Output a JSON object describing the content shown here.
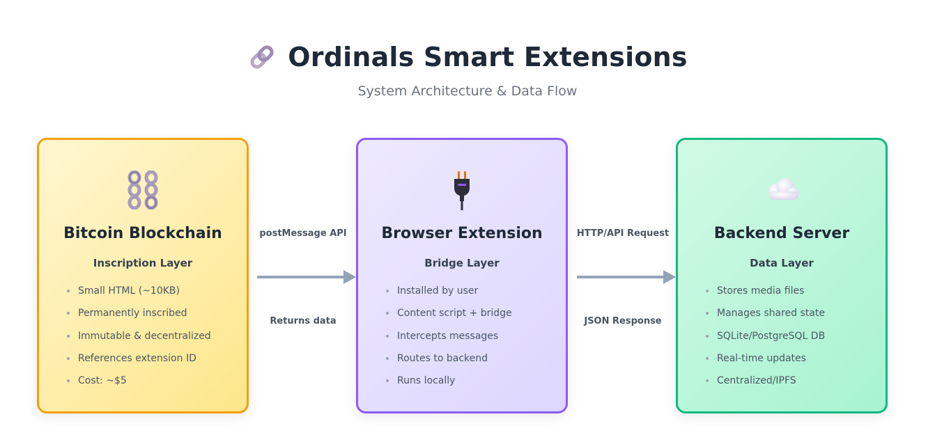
{
  "header": {
    "title": "Ordinals Smart Extensions",
    "subtitle": "System Architecture & Data Flow",
    "icon": "link-icon"
  },
  "cards": [
    {
      "key": "bitcoin",
      "icon": "chain-icon",
      "title": "Bitcoin Blockchain",
      "subtitle": "Inscription Layer",
      "border_color": "#f59e0b",
      "items": [
        "Small HTML (~10KB)",
        "Permanently inscribed",
        "Immutable & decentralized",
        "References extension ID",
        "Cost: ~$5"
      ]
    },
    {
      "key": "extension",
      "icon": "plug-icon",
      "title": "Browser Extension",
      "subtitle": "Bridge Layer",
      "border_color": "#8b5cf6",
      "items": [
        "Installed by user",
        "Content script + bridge",
        "Intercepts messages",
        "Routes to backend",
        "Runs locally"
      ]
    },
    {
      "key": "backend",
      "icon": "cloud-icon",
      "title": "Backend Server",
      "subtitle": "Data Layer",
      "border_color": "#10b981",
      "items": [
        "Stores media files",
        "Manages shared state",
        "SQLite/PostgreSQL DB",
        "Real-time updates",
        "Centralized/IPFS"
      ]
    }
  ],
  "connectors": [
    {
      "top_label": "postMessage API",
      "bottom_label": "Returns data"
    },
    {
      "top_label": "HTTP/API Request",
      "bottom_label": "JSON Response"
    }
  ],
  "colors": {
    "arrow": "#94a3b8",
    "title": "#1f2937",
    "subtitle": "#6b7280"
  }
}
